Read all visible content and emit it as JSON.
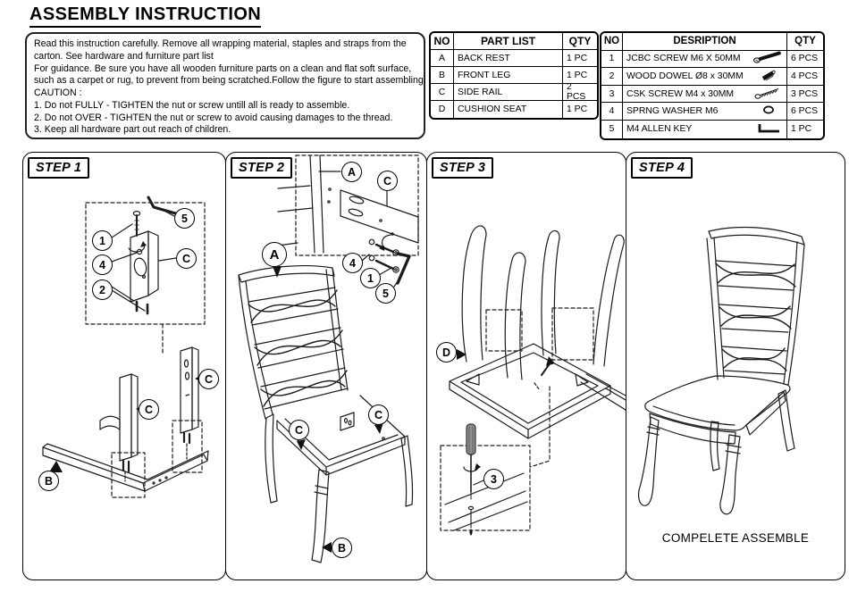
{
  "page": {
    "title": "ASSEMBLY INSTRUCTION",
    "ink": "#000000",
    "paper": "#ffffff"
  },
  "intro": {
    "lines": [
      "Read this  instruction carefully. Remove all wrapping material, staples and straps from the",
      "carton. See hardware and furniture part list",
      "For guidance. Be sure you have all wooden furniture parts on a clean and flat soft surface,",
      "such as a carpet or rug, to prevent from being scratched.Follow the figure to start assembling.",
      "CAUTION :",
      "1. Do not FULLY - TIGHTEN the nut or screw untill all is ready to assemble.",
      "2. Do not OVER -  TIGHTEN the nut or screw to avoid causing damages to the thread.",
      "3. Keep all hardware part out reach of children."
    ]
  },
  "part_list_table": {
    "headers": {
      "no": "NO",
      "part": "PART LIST",
      "qty": "QTY"
    },
    "rows": [
      {
        "no": "A",
        "part": "BACK REST",
        "qty": "1 PC"
      },
      {
        "no": "B",
        "part": "FRONT LEG",
        "qty": "1 PC"
      },
      {
        "no": "C",
        "part": "SIDE RAIL",
        "qty": "2 PCS"
      },
      {
        "no": "D",
        "part": "CUSHION SEAT",
        "qty": "1 PC"
      }
    ]
  },
  "hardware_table": {
    "headers": {
      "no": "NO",
      "desc": "DESRIPTION",
      "qty": "QTY"
    },
    "rows": [
      {
        "no": "1",
        "desc": "JCBC SCREW M6 X 50MM",
        "icon": "machine-screw-icon",
        "qty": "6 PCS"
      },
      {
        "no": "2",
        "desc": "WOOD DOWEL Ø8 x 30MM",
        "icon": "wood-dowel-icon",
        "qty": "4 PCS"
      },
      {
        "no": "3",
        "desc": "CSK SCREW M4 x 30MM",
        "icon": "csk-screw-icon",
        "qty": "3 PCS"
      },
      {
        "no": "4",
        "desc": "SPRNG WASHER M6",
        "icon": "spring-washer-icon",
        "qty": "6 PCS"
      },
      {
        "no": "5",
        "desc": "M4 ALLEN KEY",
        "icon": "allen-key-icon",
        "qty": "1 PC"
      }
    ]
  },
  "steps": {
    "step1": {
      "label": "STEP 1",
      "callouts": {
        "c5": "5",
        "c1": "1",
        "c4": "4",
        "cC1": "C",
        "c2": "2",
        "cC2": "C",
        "cC3": "C",
        "cB": "B"
      }
    },
    "step2": {
      "label": "STEP 2",
      "callouts": {
        "cA1": "A",
        "cC1": "C",
        "c4": "4",
        "c1": "1",
        "c5": "5",
        "cA2": "A",
        "cC2": "C",
        "cC3": "C",
        "cB": "B"
      }
    },
    "step3": {
      "label": "STEP 3",
      "callouts": {
        "cD": "D",
        "c3": "3"
      }
    },
    "step4": {
      "label": "STEP 4",
      "caption": "COMPELETE ASSEMBLE"
    }
  }
}
